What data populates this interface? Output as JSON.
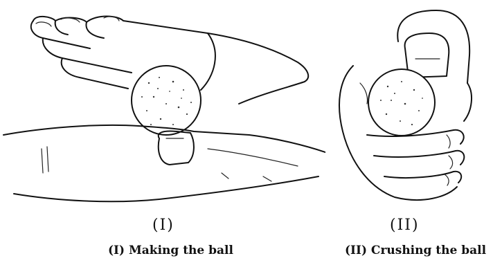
{
  "panels": [
    {
      "label": "(I)",
      "caption": "(I) Making the ball"
    },
    {
      "label": "(II)",
      "caption": "(II) Crushing the ball"
    }
  ]
}
